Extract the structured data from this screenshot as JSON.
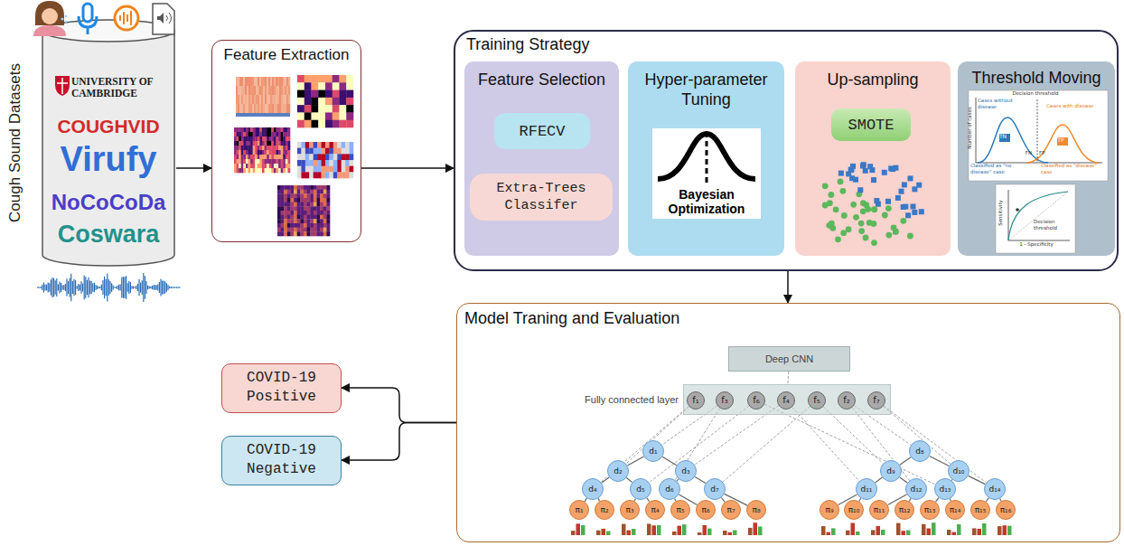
{
  "diagram": {
    "nodes": [
      {
        "text": [
          "Cough Sound Datasets",
          "UNIVERSITY OF CAMBRIDGE",
          "COUGHVID",
          "Virufy",
          "NoCoCoDa",
          "Coswara"
        ]
      },
      {
        "text": [
          "Feature Extraction"
        ]
      },
      {
        "text": [
          "Training Strategy"
        ]
      },
      {
        "text": [
          "Feature Selection"
        ],
        "in": 2
      },
      {
        "text": [
          "RFECV"
        ],
        "in": 3
      },
      {
        "text": [
          "Extra-Trees Classifer"
        ],
        "in": 3
      },
      {
        "text": [
          "Hyper-parameter Tuning"
        ],
        "in": 2
      },
      {
        "text": [
          "Bayesian Optimization"
        ],
        "in": 6
      },
      {
        "text": [
          "Up-sampling"
        ],
        "in": 2
      },
      {
        "text": [
          "SMOTE"
        ],
        "in": 8
      },
      {
        "text": [
          "Threshold Moving"
        ],
        "in": 2
      },
      {
        "text": [
          "Model Traning and Evaluation"
        ]
      },
      {
        "text": [
          "Deep CNN"
        ],
        "in": 11
      },
      {
        "text": [
          "Fully connected layer"
        ],
        "in": 11
      },
      {
        "text": [
          "f₁"
        ],
        "in": 13
      },
      {
        "text": [
          "f₃"
        ],
        "in": 13
      },
      {
        "text": [
          "f₆"
        ],
        "in": 13
      },
      {
        "text": [
          "f₄"
        ],
        "in": 13
      },
      {
        "text": [
          "f₅"
        ],
        "in": 13
      },
      {
        "text": [
          "f₂"
        ],
        "in": 13
      },
      {
        "text": [
          "f₇"
        ],
        "in": 13
      },
      {
        "text": [
          "d₁"
        ],
        "in": 11
      },
      {
        "text": [
          "d₂"
        ],
        "in": 11
      },
      {
        "text": [
          "d₃"
        ],
        "in": 11
      },
      {
        "text": [
          "d₄"
        ],
        "in": 11
      },
      {
        "text": [
          "d₅"
        ],
        "in": 11
      },
      {
        "text": [
          "d₆"
        ],
        "in": 11
      },
      {
        "text": [
          "d₇"
        ],
        "in": 11
      },
      {
        "text": [
          "d₈"
        ],
        "in": 11
      },
      {
        "text": [
          "d₉"
        ],
        "in": 11
      },
      {
        "text": [
          "d₁₀"
        ],
        "in": 11
      },
      {
        "text": [
          "d₁₁"
        ],
        "in": 11
      },
      {
        "text": [
          "d₁₂"
        ],
        "in": 11
      },
      {
        "text": [
          "d₁₃"
        ],
        "in": 11
      },
      {
        "text": [
          "d₁₄"
        ],
        "in": 11
      },
      {
        "text": [
          "π₁"
        ],
        "in": 11
      },
      {
        "text": [
          "π₂"
        ],
        "in": 11
      },
      {
        "text": [
          "π₃"
        ],
        "in": 11
      },
      {
        "text": [
          "π₄"
        ],
        "in": 11
      },
      {
        "text": [
          "π₅"
        ],
        "in": 11
      },
      {
        "text": [
          "π₆"
        ],
        "in": 11
      },
      {
        "text": [
          "π₇"
        ],
        "in": 11
      },
      {
        "text": [
          "π₈"
        ],
        "in": 11
      },
      {
        "text": [
          "π₉"
        ],
        "in": 11
      },
      {
        "text": [
          "π₁₀"
        ],
        "in": 11
      },
      {
        "text": [
          "π₁₁"
        ],
        "in": 11
      },
      {
        "text": [
          "π₁₂"
        ],
        "in": 11
      },
      {
        "text": [
          "π₁₃"
        ],
        "in": 11
      },
      {
        "text": [
          "π₁₄"
        ],
        "in": 11
      },
      {
        "text": [
          "π₁₅"
        ],
        "in": 11
      },
      {
        "text": [
          "π₁₆"
        ],
        "in": 11
      },
      {
        "text": [
          "COVID-19 Positive"
        ]
      },
      {
        "text": [
          "COVID-19 Negative"
        ]
      }
    ],
    "edges": [
      {
        "from": 0,
        "to": 1,
        "arrow": "to"
      },
      {
        "from": 1,
        "to": 2,
        "arrow": "to"
      },
      {
        "from": 2,
        "to": 11,
        "arrow": "to"
      },
      {
        "from": 11,
        "to": 51,
        "arrow": "to"
      },
      {
        "from": 11,
        "to": 52,
        "arrow": "to"
      },
      {
        "from": 12,
        "to": 13,
        "arrow": "none"
      },
      {
        "from": 21,
        "to": 22,
        "arrow": "none"
      },
      {
        "from": 21,
        "to": 23,
        "arrow": "none"
      },
      {
        "from": 22,
        "to": 24,
        "arrow": "none"
      },
      {
        "from": 22,
        "to": 25,
        "arrow": "none"
      },
      {
        "from": 23,
        "to": 26,
        "arrow": "none"
      },
      {
        "from": 23,
        "to": 27,
        "arrow": "none"
      },
      {
        "from": 24,
        "to": 35,
        "arrow": "none"
      },
      {
        "from": 24,
        "to": 36,
        "arrow": "none"
      },
      {
        "from": 25,
        "to": 37,
        "arrow": "none"
      },
      {
        "from": 25,
        "to": 38,
        "arrow": "none"
      },
      {
        "from": 26,
        "to": 39,
        "arrow": "none"
      },
      {
        "from": 26,
        "to": 40,
        "arrow": "none"
      },
      {
        "from": 27,
        "to": 41,
        "arrow": "none"
      },
      {
        "from": 27,
        "to": 42,
        "arrow": "none"
      },
      {
        "from": 28,
        "to": 29,
        "arrow": "none"
      },
      {
        "from": 28,
        "to": 30,
        "arrow": "none"
      },
      {
        "from": 29,
        "to": 31,
        "arrow": "none"
      },
      {
        "from": 29,
        "to": 32,
        "arrow": "none"
      },
      {
        "from": 30,
        "to": 33,
        "arrow": "none"
      },
      {
        "from": 30,
        "to": 34,
        "arrow": "none"
      },
      {
        "from": 31,
        "to": 43,
        "arrow": "none"
      },
      {
        "from": 31,
        "to": 44,
        "arrow": "none"
      },
      {
        "from": 32,
        "to": 45,
        "arrow": "none"
      },
      {
        "from": 32,
        "to": 46,
        "arrow": "none"
      },
      {
        "from": 33,
        "to": 47,
        "arrow": "none"
      },
      {
        "from": 33,
        "to": 48,
        "arrow": "none"
      },
      {
        "from": 34,
        "to": 49,
        "arrow": "none"
      },
      {
        "from": 34,
        "to": 50,
        "arrow": "none"
      },
      {
        "from": 15,
        "to": 21,
        "arrow": "none"
      },
      {
        "from": 14,
        "to": 22,
        "arrow": "none"
      },
      {
        "from": 17,
        "to": 23,
        "arrow": "none"
      },
      {
        "from": 14,
        "to": 24,
        "arrow": "none"
      },
      {
        "from": 16,
        "to": 25,
        "arrow": "none"
      },
      {
        "from": 15,
        "to": 26,
        "arrow": "none"
      },
      {
        "from": 18,
        "to": 27,
        "arrow": "none"
      },
      {
        "from": 19,
        "to": 28,
        "arrow": "none"
      },
      {
        "from": 18,
        "to": 29,
        "arrow": "none"
      },
      {
        "from": 20,
        "to": 30,
        "arrow": "none"
      },
      {
        "from": 17,
        "to": 31,
        "arrow": "none"
      },
      {
        "from": 19,
        "to": 32,
        "arrow": "none"
      },
      {
        "from": 16,
        "to": 33,
        "arrow": "none"
      },
      {
        "from": 20,
        "to": 34,
        "arrow": "none"
      }
    ],
    "labels": [
      "Decision threshold",
      "Cases without disease",
      "Cases with disease",
      "TN",
      "TP",
      "FN",
      "FP",
      "Number of cases",
      "Classified as \"no disease\" case",
      "Classified as \"disease\" case",
      "Decision threshold",
      "Sensitivity",
      "1 - Specificity"
    ]
  }
}
